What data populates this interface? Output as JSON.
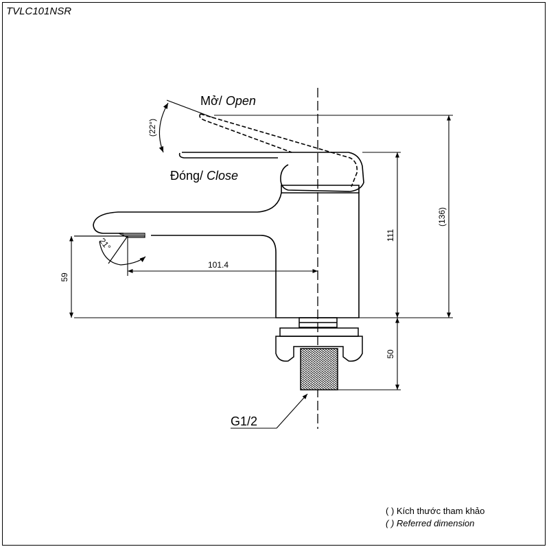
{
  "model_code": "TVLC101NSR",
  "labels": {
    "open_vi": "Mở/ ",
    "open_en": "Open",
    "close_vi": "Đóng/ ",
    "close_en": "Close",
    "thread": "G1/2"
  },
  "dimensions": {
    "lever_angle": "(22°)",
    "spout_angle": "21°",
    "spout_reach": "101.4",
    "spout_height": "59",
    "body_height": "111",
    "total_height": "(136)",
    "shank_length": "50"
  },
  "legend": {
    "line1": "( ) Kích thước tham khảo",
    "line2": "( ) Referred dimension"
  }
}
